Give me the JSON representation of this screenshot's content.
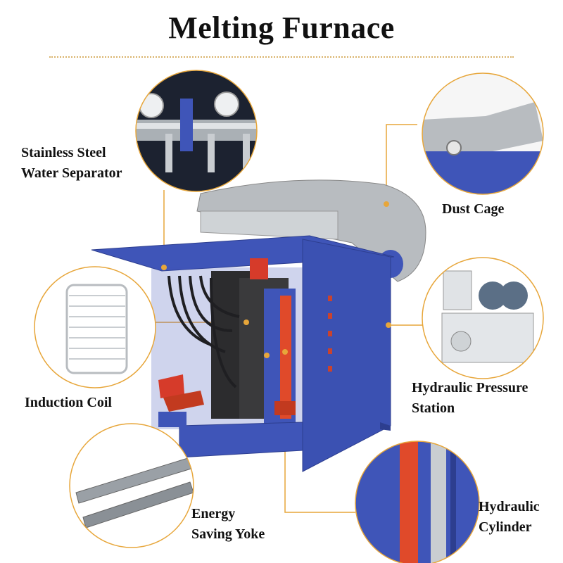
{
  "title": "Melting Furnace",
  "accent_color": "#e7a63a",
  "furnace_color": "#3f55b8",
  "callouts": [
    {
      "id": "water-separator",
      "lines": [
        "Stainless Steel",
        "Water Separator"
      ]
    },
    {
      "id": "dust-cage",
      "lines": [
        "Dust Cage"
      ]
    },
    {
      "id": "induction-coil",
      "lines": [
        "Induction Coil"
      ]
    },
    {
      "id": "hydraulic-station",
      "lines": [
        "Hydraulic Pressure",
        "Station"
      ]
    },
    {
      "id": "energy-yoke",
      "lines": [
        "Energy",
        "Saving Yoke"
      ]
    },
    {
      "id": "hydraulic-cylinder",
      "lines": [
        "Hydraulic",
        "Cylinder"
      ]
    }
  ]
}
